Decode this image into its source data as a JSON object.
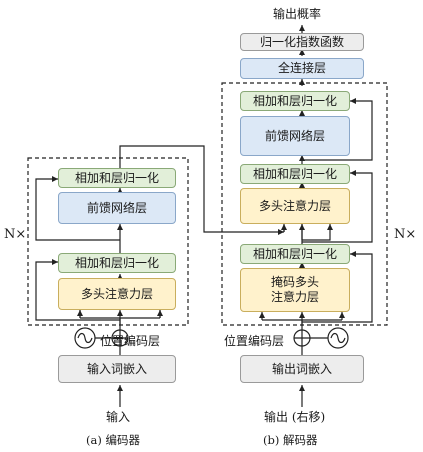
{
  "encoder": {
    "add_norm_top": "相加和层归一化",
    "ffn": "前馈网络层",
    "add_norm_bottom": "相加和层归一化",
    "mha": "多头注意力层",
    "pos_enc": "位置编码层",
    "embedding": "输入词嵌入",
    "input": "输入",
    "caption": "(a) 编码器",
    "repeat": "N×"
  },
  "decoder": {
    "output_probs": "输出概率",
    "softmax": "归一化指数函数",
    "linear": "全连接层",
    "add_norm_top": "相加和层归一化",
    "ffn": "前馈网络层",
    "add_norm_mid": "相加和层归一化",
    "mha": "多头注意力层",
    "add_norm_bottom": "相加和层归一化",
    "masked_mha_line1": "掩码多头",
    "masked_mha_line2": "注意力层",
    "pos_enc": "位置编码层",
    "embedding": "输出词嵌入",
    "input": "输出 (右移)",
    "caption": "(b) 解码器",
    "repeat": "N×"
  }
}
